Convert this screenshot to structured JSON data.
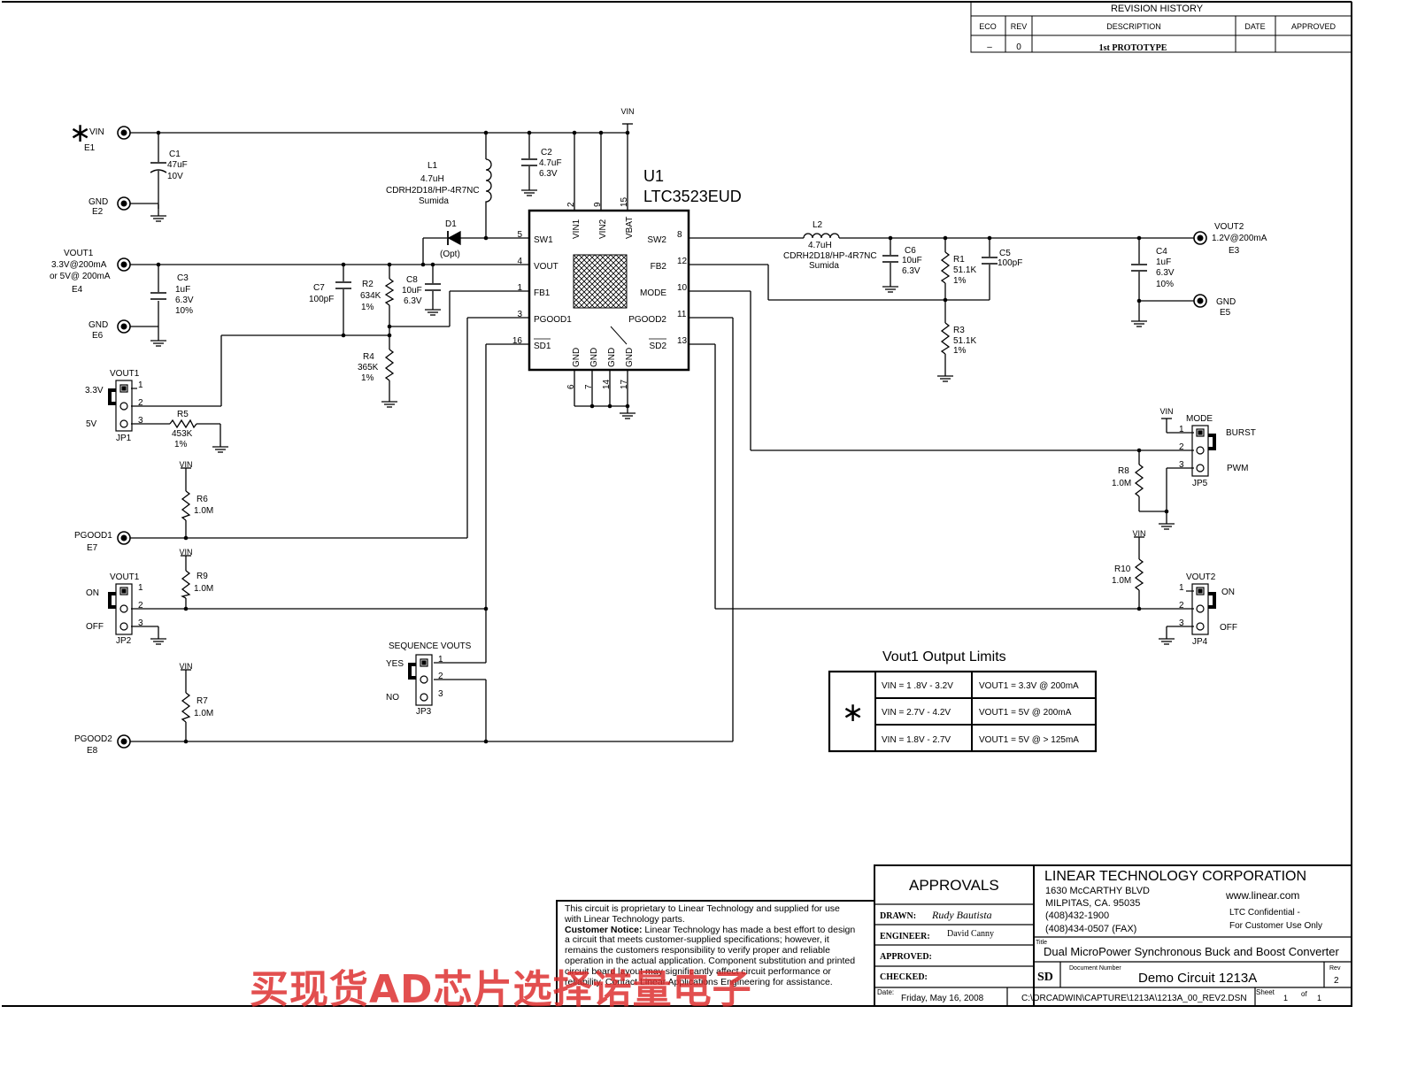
{
  "revision": {
    "title": "REVISION HISTORY",
    "headers": [
      "ECO",
      "REV",
      "DESCRIPTION",
      "DATE",
      "APPROVED"
    ],
    "row": [
      "–",
      "0",
      "1st PROTOTYPE",
      "",
      ""
    ]
  },
  "chip": {
    "ref": "U1",
    "part": "LTC3523EUD",
    "left_pins": [
      {
        "num": "5",
        "name": "SW1"
      },
      {
        "num": "4",
        "name": "VOUT"
      },
      {
        "num": "1",
        "name": "FB1"
      },
      {
        "num": "3",
        "name": "PGOOD1"
      },
      {
        "num": "16",
        "name": "SD1"
      }
    ],
    "right_pins": [
      {
        "num": "8",
        "name": "SW2"
      },
      {
        "num": "12",
        "name": "FB2"
      },
      {
        "num": "10",
        "name": "MODE"
      },
      {
        "num": "11",
        "name": "PGOOD2"
      },
      {
        "num": "13",
        "name": "SD2"
      }
    ],
    "top_pins": [
      {
        "num": "2",
        "name": "VIN1"
      },
      {
        "num": "9",
        "name": "VIN2"
      },
      {
        "num": "15",
        "name": "VBAT"
      }
    ],
    "bottom_pins": [
      {
        "num": "6",
        "name": "GND"
      },
      {
        "num": "7",
        "name": "GND"
      },
      {
        "num": "14",
        "name": "GND"
      },
      {
        "num": "17",
        "name": "GND"
      }
    ],
    "vin_label": "VIN"
  },
  "terminals": {
    "E1": {
      "name": "VIN",
      "ref": "E1"
    },
    "E2": {
      "name": "GND",
      "ref": "E2"
    },
    "E4": {
      "name": "VOUT1",
      "line1": "3.3V@200mA",
      "line2": "or 5V@ 200mA",
      "ref": "E4"
    },
    "E6": {
      "name": "GND",
      "ref": "E6"
    },
    "E7": {
      "name": "PGOOD1",
      "ref": "E7"
    },
    "E8": {
      "name": "PGOOD2",
      "ref": "E8"
    },
    "E3": {
      "name": "VOUT2",
      "line1": "1.2V@200mA",
      "ref": "E3"
    },
    "E5": {
      "name": "GND",
      "ref": "E5"
    }
  },
  "components": {
    "C1": [
      "C1",
      "47uF",
      "10V"
    ],
    "C2": [
      "C2",
      "4.7uF",
      "6.3V"
    ],
    "C3": [
      "C3",
      "1uF",
      "6.3V",
      "10%"
    ],
    "C4": [
      "C4",
      "1uF",
      "6.3V",
      "10%"
    ],
    "C5": [
      "C5",
      "100pF"
    ],
    "C6": [
      "C6",
      "10uF",
      "6.3V"
    ],
    "C7": [
      "C7",
      "100pF"
    ],
    "C8": [
      "C8",
      "10uF",
      "6.3V"
    ],
    "L1": [
      "L1",
      "4.7uH",
      "CDRH2D18/HP-4R7NC",
      "Sumida"
    ],
    "L2": [
      "L2",
      "4.7uH",
      "CDRH2D18/HP-4R7NC",
      "Sumida"
    ],
    "D1": [
      "D1",
      "(Opt)"
    ],
    "R1": [
      "R1",
      "51.1K",
      "1%"
    ],
    "R2": [
      "R2",
      "634K",
      "1%"
    ],
    "R3": [
      "R3",
      "51.1K",
      "1%"
    ],
    "R4": [
      "R4",
      "365K",
      "1%"
    ],
    "R5": [
      "R5",
      "453K",
      "1%"
    ],
    "R6": [
      "R6",
      "1.0M"
    ],
    "R7": [
      "R7",
      "1.0M"
    ],
    "R8": [
      "R8",
      "1.0M"
    ],
    "R9": [
      "R9",
      "1.0M"
    ],
    "R10": [
      "R10",
      "1.0M"
    ]
  },
  "jumpers": {
    "JP1": {
      "ref": "JP1",
      "title": "VOUT1",
      "opt1": "3.3V",
      "opt2": "5V"
    },
    "JP2": {
      "ref": "JP2",
      "title": "VOUT1",
      "opt1": "ON",
      "opt2": "OFF"
    },
    "JP3": {
      "ref": "JP3",
      "title": "SEQUENCE VOUTS",
      "opt1": "YES",
      "opt2": "NO"
    },
    "JP4": {
      "ref": "JP4",
      "title": "VOUT2",
      "opt1": "ON",
      "opt2": "OFF"
    },
    "JP5": {
      "ref": "JP5",
      "title": "MODE",
      "opt1": "BURST",
      "opt2": "PWM"
    },
    "pins": [
      "1",
      "2",
      "3"
    ]
  },
  "vout_limits": {
    "title": "Vout1 Output Limits",
    "rows": [
      [
        "VIN = 1 .8V - 3.2V",
        "VOUT1 = 3.3V @ 200mA"
      ],
      [
        "VIN = 2.7V - 4.2V",
        "VOUT1 = 5V @ 200mA"
      ],
      [
        "VIN = 1.8V - 2.7V",
        "VOUT1 = 5V @ > 125mA"
      ]
    ]
  },
  "notice": {
    "line1": "This circuit is proprietary to Linear Technology and supplied for use with Linear Technology parts.",
    "bold": "Customer Notice:",
    "line2": " Linear Technology has made a best effort to design a circuit that meets customer-supplied specifications; however, it remains the customers responsibility to verify proper and reliable operation in the actual application. Component substitution and printed circuit board layout may significantly affect circuit performance or reliability. Contact Linear Applications Engineering for assistance."
  },
  "approvals": {
    "title": "APPROVALS",
    "drawn_label": "DRAWN:",
    "drawn": "Rudy Bautista",
    "engineer_label": "ENGINEER:",
    "engineer": "David Canny",
    "approved_label": "APPROVED:",
    "checked_label": "CHECKED:"
  },
  "company": {
    "name": "LINEAR TECHNOLOGY CORPORATION",
    "addr1": "1630 McCARTHY BLVD",
    "addr2": "MILPITAS, CA. 95035",
    "phone": "(408)432-1900",
    "fax": "(408)434-0507 (FAX)",
    "web": "www.linear.com",
    "conf1": "LTC Confidential -",
    "conf2": "For Customer Use Only"
  },
  "title_block": {
    "title_label": "Title",
    "title": "Dual MicroPower Synchronous Buck and Boost Converter",
    "size": "SD",
    "docnum_label": "Document Number",
    "docnum": "Demo Circuit 1213A",
    "rev_label": "Rev",
    "rev": "2",
    "date_label": "Date:",
    "date": "Friday, May 16, 2008",
    "path": "C:\\ORCADWIN\\CAPTURE\\1213A\\1213A_00_REV2.DSN",
    "sheet_label": "Sheet",
    "sheet": "1",
    "of_label": "of",
    "of": "1"
  },
  "watermark": "买现货AD芯片选择诺量电子",
  "star": "∗"
}
